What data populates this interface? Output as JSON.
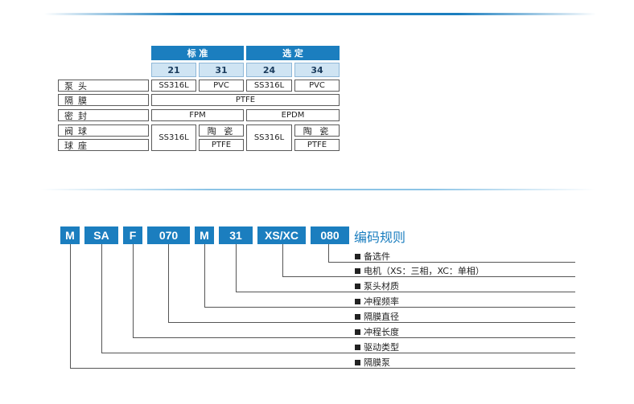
{
  "table": {
    "groups": [
      {
        "label": "标 准",
        "codes": [
          "21",
          "31"
        ]
      },
      {
        "label": "选 定",
        "codes": [
          "24",
          "34"
        ]
      }
    ],
    "rows": {
      "pump_head": {
        "label": "泵头",
        "values": [
          "SS316L",
          "PVC",
          "SS316L",
          "PVC"
        ]
      },
      "diaphragm": {
        "label": "隔膜",
        "value": "PTFE"
      },
      "seal": {
        "label": "密封",
        "values": [
          "FPM",
          "EPDM"
        ]
      },
      "valve_ball": {
        "label": "阀球",
        "values": [
          "陶 瓷",
          "陶 瓷"
        ]
      },
      "ball_seat": {
        "label": "球座",
        "values": [
          "PTFE",
          "PTFE"
        ]
      },
      "shared": [
        "SS316L",
        "SS316L"
      ]
    }
  },
  "coding": {
    "title": "编码规则",
    "codes": [
      "M",
      "SA",
      "F",
      "070",
      "M",
      "31",
      "XS/XC",
      "080"
    ],
    "legend": [
      "备选件",
      "电机（XS：三相，XC：单相）",
      "泵头材质",
      "冲程频率",
      "隔膜直径",
      "冲程长度",
      "驱动类型",
      "隔膜泵"
    ]
  }
}
